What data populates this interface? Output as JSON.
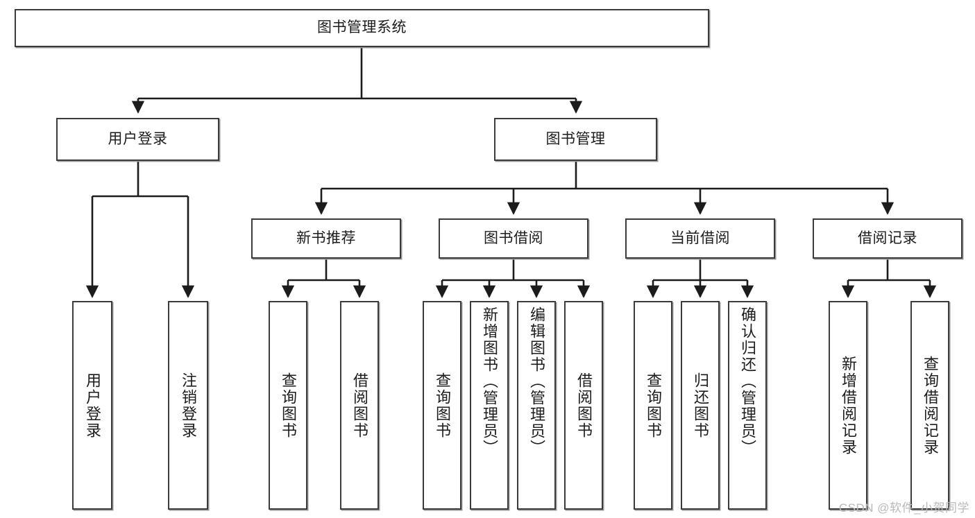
{
  "diagram": {
    "type": "tree-hierarchy",
    "title": "图书管理系统",
    "watermark": "CSDN @软件_小贺同学",
    "colors": {
      "node_border": "#3b3b3b",
      "node_fill": "#ffffff",
      "edge": "#1c1c1c",
      "shadow": "#9a9a9a",
      "watermark": "#b9b9b9",
      "background": "#ffffff"
    },
    "levels": [
      {
        "level": 1,
        "nodes": [
          {
            "id": "root",
            "label": "图书管理系统",
            "orientation": "horizontal"
          }
        ]
      },
      {
        "level": 2,
        "nodes": [
          {
            "id": "user-login",
            "label": "用户登录",
            "orientation": "horizontal",
            "parent": "root"
          },
          {
            "id": "book-manage",
            "label": "图书管理",
            "orientation": "horizontal",
            "parent": "root"
          }
        ]
      },
      {
        "level": 3,
        "nodes": [
          {
            "id": "new-book-recommend",
            "label": "新书推荐",
            "orientation": "horizontal",
            "parent": "book-manage"
          },
          {
            "id": "book-borrow",
            "label": "图书借阅",
            "orientation": "horizontal",
            "parent": "book-manage"
          },
          {
            "id": "current-borrow",
            "label": "当前借阅",
            "orientation": "horizontal",
            "parent": "book-manage"
          },
          {
            "id": "borrow-record",
            "label": "借阅记录",
            "orientation": "horizontal",
            "parent": "book-manage"
          }
        ]
      },
      {
        "level": 4,
        "nodes": [
          {
            "id": "leaf-user-login",
            "label": "用户登录",
            "orientation": "vertical",
            "parent": "user-login"
          },
          {
            "id": "leaf-logout-login",
            "label": "注销登录",
            "orientation": "vertical",
            "parent": "user-login"
          },
          {
            "id": "leaf-query-book-1",
            "label": "查询图书",
            "orientation": "vertical",
            "parent": "new-book-recommend"
          },
          {
            "id": "leaf-borrow-book-1",
            "label": "借阅图书",
            "orientation": "vertical",
            "parent": "new-book-recommend"
          },
          {
            "id": "leaf-query-book-2",
            "label": "查询图书",
            "orientation": "vertical",
            "parent": "book-borrow"
          },
          {
            "id": "leaf-add-book",
            "label": "新增图书（管理员）",
            "orientation": "vertical",
            "parent": "book-borrow"
          },
          {
            "id": "leaf-edit-book",
            "label": "编辑图书（管理员）",
            "orientation": "vertical",
            "parent": "book-borrow"
          },
          {
            "id": "leaf-borrow-book-2",
            "label": "借阅图书",
            "orientation": "vertical",
            "parent": "book-borrow"
          },
          {
            "id": "leaf-query-book-3",
            "label": "查询图书",
            "orientation": "vertical",
            "parent": "current-borrow"
          },
          {
            "id": "leaf-return-book",
            "label": "归还图书",
            "orientation": "vertical",
            "parent": "current-borrow"
          },
          {
            "id": "leaf-confirm-return",
            "label": "确认归还（管理员）",
            "orientation": "vertical",
            "parent": "current-borrow"
          },
          {
            "id": "leaf-add-record",
            "label": "新增借阅记录",
            "orientation": "vertical",
            "parent": "borrow-record"
          },
          {
            "id": "leaf-query-record",
            "label": "查询借阅记录",
            "orientation": "vertical",
            "parent": "borrow-record"
          }
        ]
      }
    ]
  }
}
